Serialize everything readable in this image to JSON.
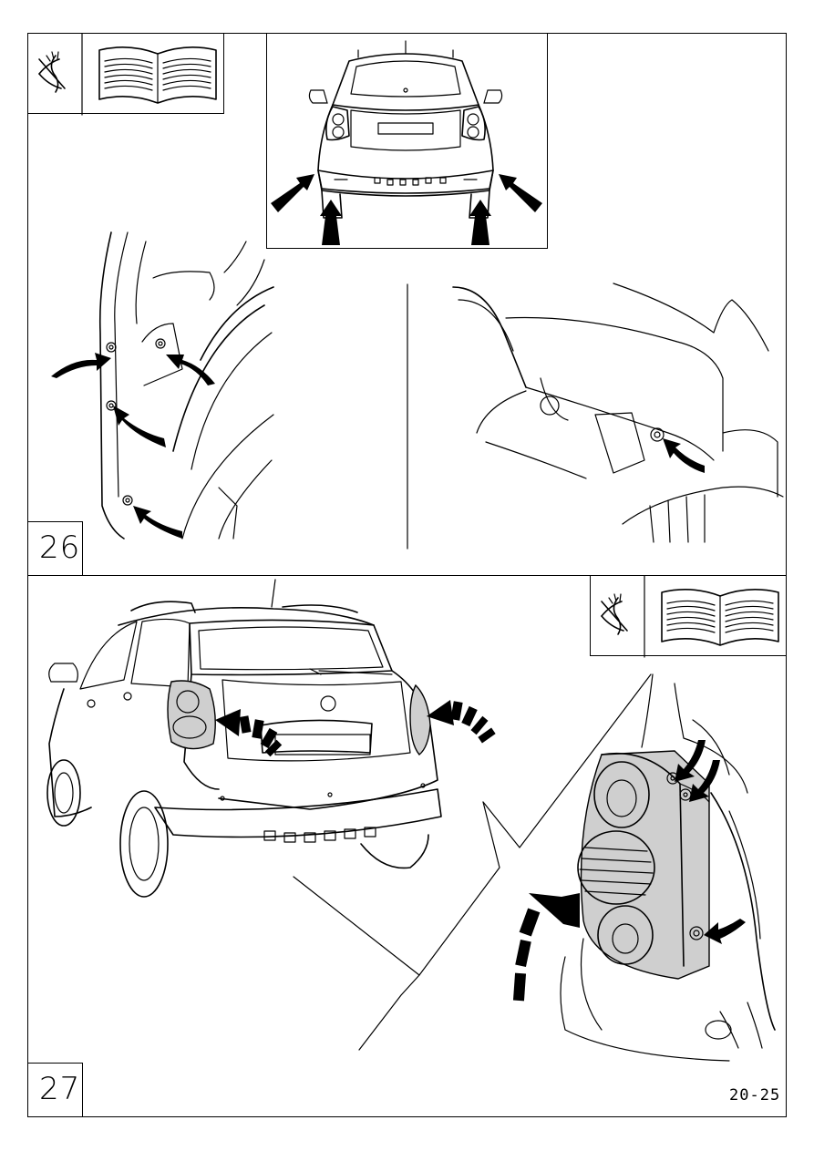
{
  "steps": [
    {
      "number": "26"
    },
    {
      "number": "27"
    }
  ],
  "footer": {
    "page_number": "20-25"
  },
  "icons": {
    "eye": "eye-icon",
    "manual": "open-book-icon"
  }
}
